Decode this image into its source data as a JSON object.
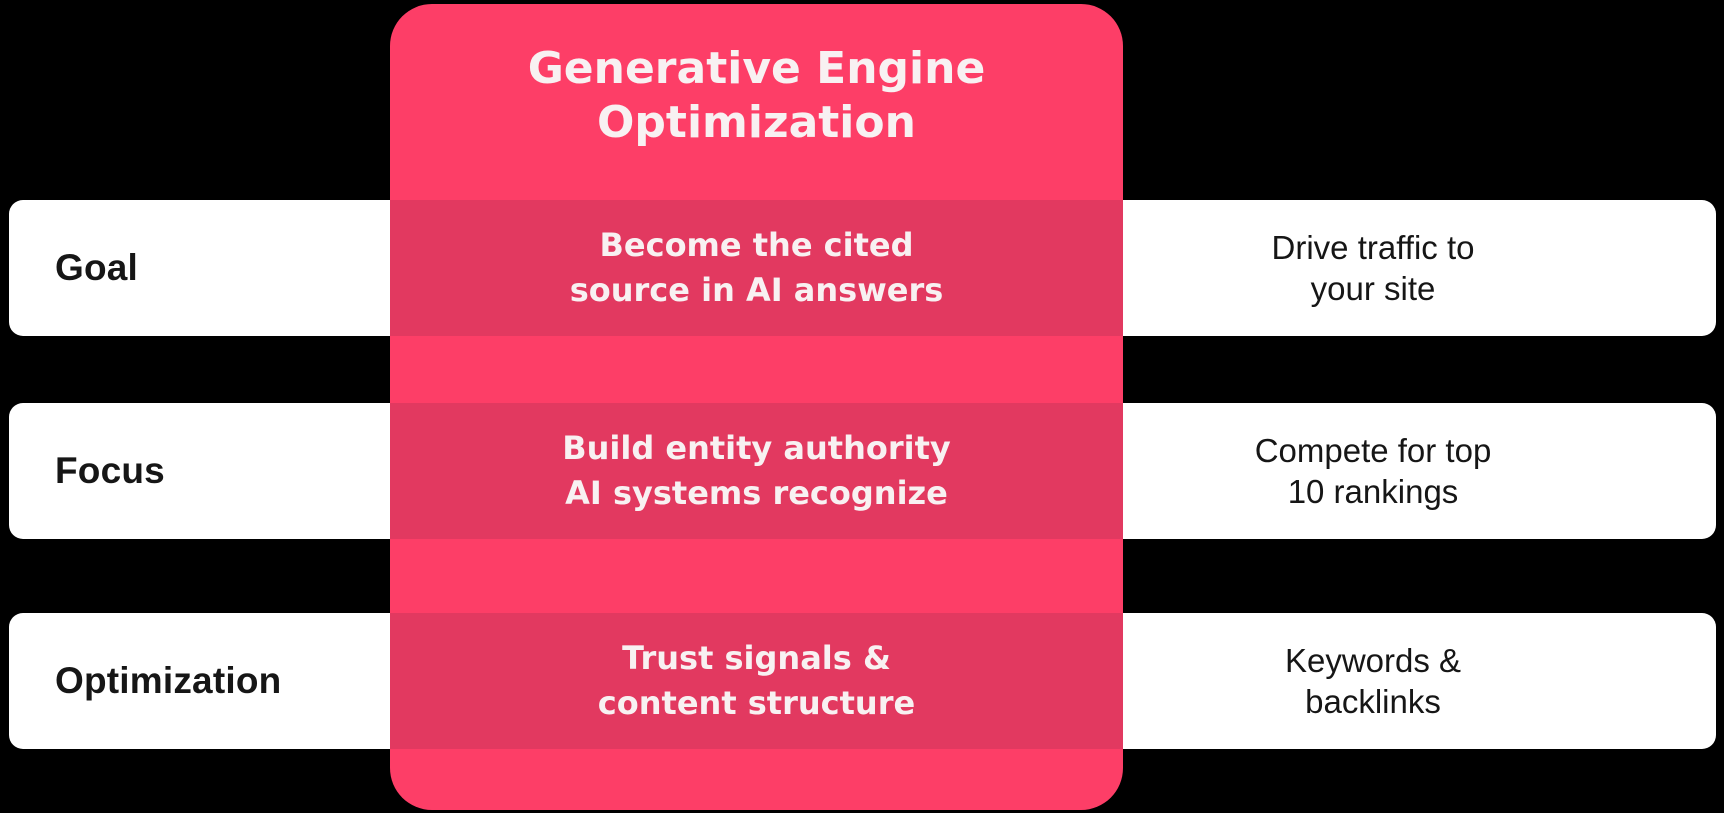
{
  "title": {
    "line1": "Generative Engine",
    "line2": "Optimization"
  },
  "rows": [
    {
      "label": "Goal",
      "geo_line1": "Become the cited",
      "geo_line2": "source in AI answers",
      "seo_line1": "Drive traffic to",
      "seo_line2": "your site"
    },
    {
      "label": "Focus",
      "geo_line1": "Build entity authority",
      "geo_line2": "AI systems recognize",
      "seo_line1": "Compete for top",
      "seo_line2": "10 rankings"
    },
    {
      "label": "Optimization",
      "geo_line1": "Trust signals &",
      "geo_line2": "content structure",
      "seo_line1": "Keywords &",
      "seo_line2": "backlinks"
    }
  ],
  "colors": {
    "background": "#000000",
    "card_pink": "#FD3E67",
    "band_pink": "#E23960",
    "row_white": "#FFFFFF",
    "text_light": "#F8F1F2",
    "text_dark": "#161616"
  }
}
